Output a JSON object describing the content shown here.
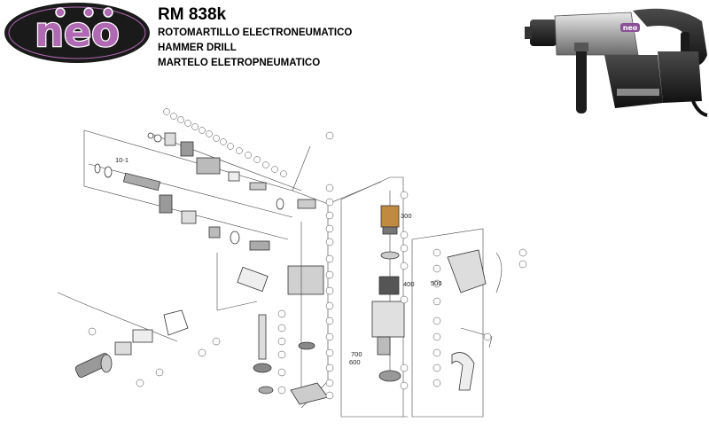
{
  "logo": {
    "text": "neo",
    "bg": "#1a1a1a",
    "accent": "#b06ab3"
  },
  "header": {
    "model": "RM 838k",
    "title_es": "ROTOMARTILLO ELECTRONEUMATICO",
    "title_en": "HAMMER DRILL",
    "title_pt": "MARTELO ELETROPNEUMATICO"
  },
  "product_image": {
    "brand_text": "neo",
    "accent": "#8a4f95"
  },
  "diagram_labels": {
    "l300": "300",
    "l400": "400",
    "l500": "500",
    "l700": "700",
    "l600": "600",
    "l10": "10-1"
  }
}
